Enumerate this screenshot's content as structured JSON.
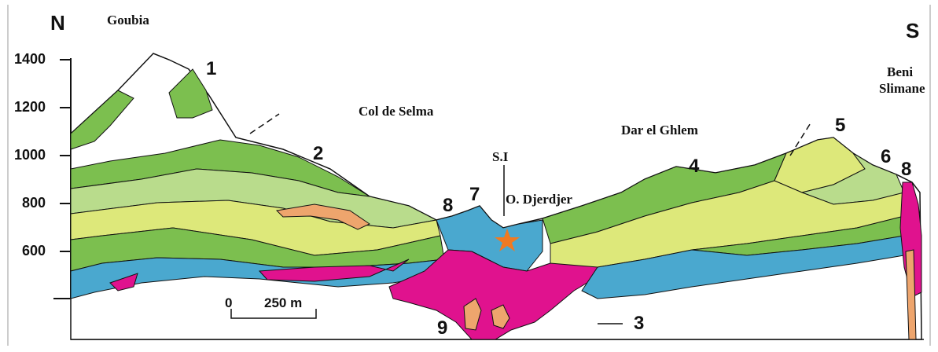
{
  "orientation": {
    "left": "N",
    "right": "S"
  },
  "localities": {
    "goubia": "Goubia",
    "col_de_selma": "Col de Selma",
    "dar_el_ghlem": "Dar el Ghlem",
    "beni_slimane_1": "Beni",
    "beni_slimane_2": "Slimane",
    "section": "S.I",
    "oued": "O. Djerdjer"
  },
  "elevation_axis": {
    "ticks": [
      "1400",
      "1200",
      "1000",
      "800",
      "600"
    ]
  },
  "unit_numbers": [
    "1",
    "2",
    "3",
    "4",
    "5",
    "6",
    "7",
    "8",
    "8",
    "9"
  ],
  "scale_bar": {
    "start": "0",
    "end": "250 m"
  },
  "colors": {
    "green_dark": "#7cbf4f",
    "green_light": "#b9dc8c",
    "yellow_green": "#dde87a",
    "blue": "#4aa8cf",
    "magenta": "#e0128e",
    "orange": "#eea56d",
    "star": "#f07a22"
  }
}
